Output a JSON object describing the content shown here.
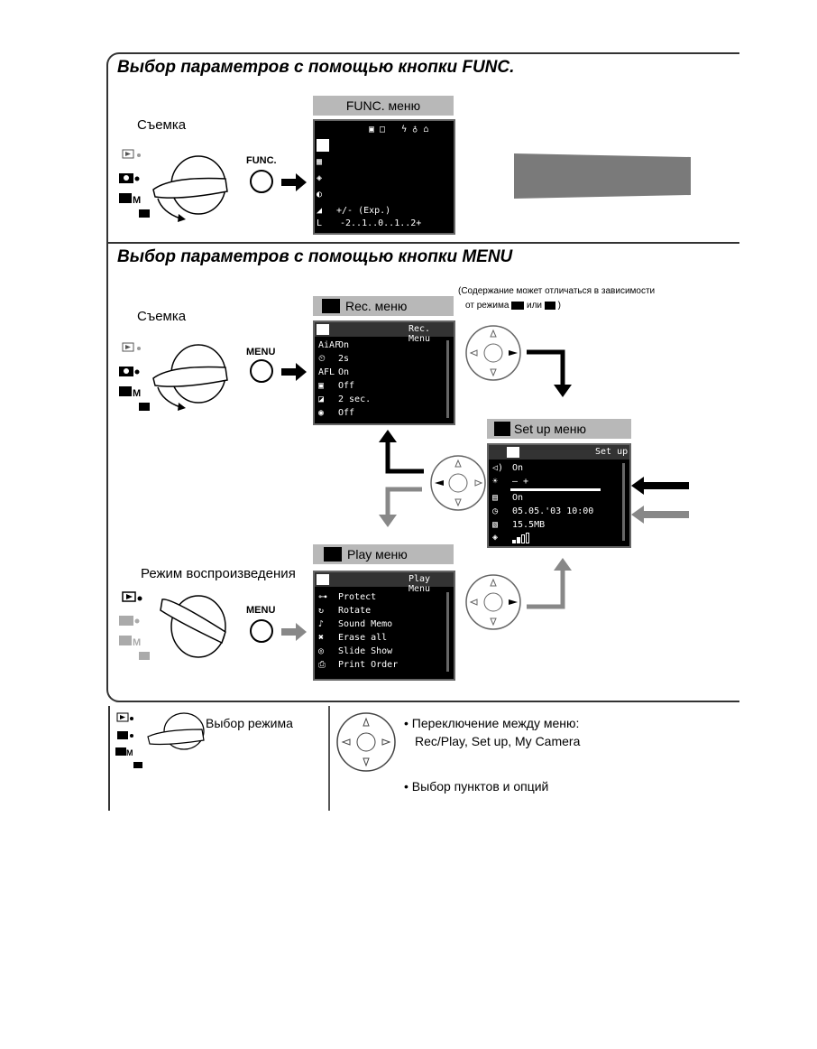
{
  "func_section": {
    "title": "Выбор параметров с помощью кнопки FUNC.",
    "shooting_label": "Съемка",
    "button_label": "FUNC.",
    "menu_header": "FUNC. меню",
    "menu_rows": [
      "+/- (Exp.)",
      "-2..1..0..1..2+"
    ]
  },
  "menu_section": {
    "title": "Выбор параметров с помощью кнопки MENU",
    "shooting_label": "Съемка",
    "button_label": "MENU",
    "note_line1": "(Содержание может отличаться в зависимости",
    "note_line2": "от режима",
    "note_or": "или",
    "note_close": ")",
    "rec_menu": {
      "header": "Rec. меню",
      "tab_title": "Rec. Menu",
      "rows": [
        {
          "icon": "AiAF",
          "value": "On"
        },
        {
          "icon": "⏲",
          "value": "2s"
        },
        {
          "icon": "AFL",
          "value": "On"
        },
        {
          "icon": "▣",
          "value": "Off"
        },
        {
          "icon": "◪",
          "value": "2 sec."
        },
        {
          "icon": "◉",
          "value": "Off"
        }
      ]
    },
    "setup_menu": {
      "header": "Set up меню",
      "tab_title": "Set up",
      "rows": [
        {
          "icon": "◁)",
          "value": "On"
        },
        {
          "icon": "☀",
          "value": "–  +"
        },
        {
          "icon": "▤",
          "value": "On"
        },
        {
          "icon": "◷",
          "value": "05.05.'03 10:00"
        },
        {
          "icon": "▧",
          "value": "15.5MB"
        },
        {
          "icon": "◈",
          "value": ""
        }
      ]
    },
    "play_menu": {
      "header": "Play меню",
      "tab_title": "Play Menu",
      "rows": [
        {
          "icon": "⊶",
          "value": "Protect"
        },
        {
          "icon": "↻",
          "value": "Rotate"
        },
        {
          "icon": "♪",
          "value": "Sound Memo"
        },
        {
          "icon": "✖",
          "value": "Erase all"
        },
        {
          "icon": "◎",
          "value": "Slide Show"
        },
        {
          "icon": "⎙",
          "value": "Print Order"
        }
      ]
    },
    "playback_label": "Режим воспроизведения",
    "play_button_label": "MENU"
  },
  "legend": {
    "mode_select": "Выбор режима",
    "bullet1_line1": "Переключение между меню:",
    "bullet1_line2": "Rec/Play, Set up, My Camera",
    "bullet2": "Выбор пунктов и опций"
  },
  "colors": {
    "header_gray": "#b8b8b8",
    "arrow_gray": "#888888",
    "screen": "#000000"
  }
}
